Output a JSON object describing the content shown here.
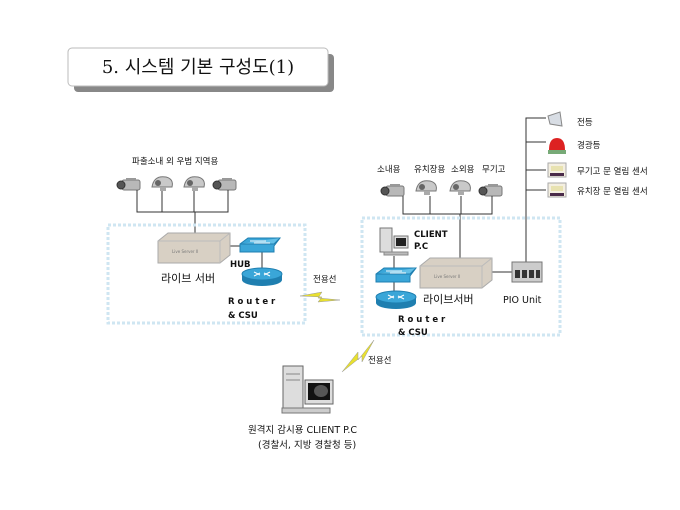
{
  "title": "5. 시스템 기본 구성도(1)",
  "left_site": {
    "camera_group_label": "파출소내 외 우범 지역용",
    "server_label": "라이브 서버",
    "hub_label": "HUB",
    "router_label": "R o u t e r",
    "csu_label": "& CSU"
  },
  "link_label_1": "전용선",
  "right_site": {
    "camera_labels": [
      "소내용",
      "유치장용",
      "소외용",
      "무기고"
    ],
    "client_label_1": "CLIENT",
    "client_label_2": "P.C",
    "server_label": "라이브서버",
    "pio_label": "PIO Unit",
    "router_label": "R o u t e r",
    "csu_label": "& CSU",
    "io_devices": [
      "전등",
      "경광등",
      "무기고 문 열림 센서",
      "유치장 문 열림  센서"
    ]
  },
  "link_label_2": "전용선",
  "remote": {
    "label_1": "원격지 감시용   CLIENT P.C",
    "label_2": "(경찰서, 지방 경찰청 등)"
  },
  "colors": {
    "box_border": "#cfe6f2",
    "network_device": "#3aa6d8",
    "lightning": "#e8e030"
  }
}
